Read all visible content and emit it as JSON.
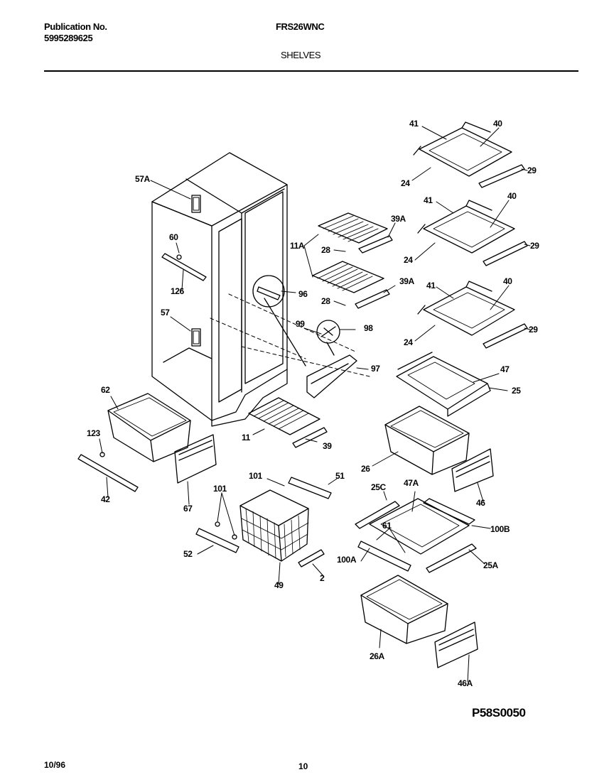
{
  "header": {
    "publication_label": "Publication No.",
    "publication_number": "5995289625",
    "model": "FRS26WNC",
    "section": "SHELVES"
  },
  "footer": {
    "date": "10/96",
    "page": "10",
    "figure_code": "P58S0050"
  },
  "callouts": {
    "c41a": "41",
    "c40a": "40",
    "c29a": "29",
    "c24a": "24",
    "c41b": "41",
    "c40b": "40",
    "c29b": "29",
    "c24b": "24",
    "c41c": "41",
    "c40c": "40",
    "c29c": "29",
    "c24c": "24",
    "c39a1": "39A",
    "c39a2": "39A",
    "c11a": "11A",
    "c28a": "28",
    "c28b": "28",
    "c57a": "57A",
    "c60": "60",
    "c126": "126",
    "c57": "57",
    "c96": "96",
    "c99": "99",
    "c98": "98",
    "c97": "97",
    "c47": "47",
    "c25": "25",
    "c62": "62",
    "c11": "11",
    "c39": "39",
    "c123": "123",
    "c42": "42",
    "c67": "67",
    "c26": "26",
    "c46": "46",
    "c101a": "101",
    "c51": "51",
    "c101b": "101",
    "c52": "52",
    "c49": "49",
    "c2": "2",
    "c25c": "25C",
    "c47a": "47A",
    "c100b": "100B",
    "c61": "61",
    "c100a": "100A",
    "c25a": "25A",
    "c26a": "26A",
    "c46a": "46A"
  }
}
